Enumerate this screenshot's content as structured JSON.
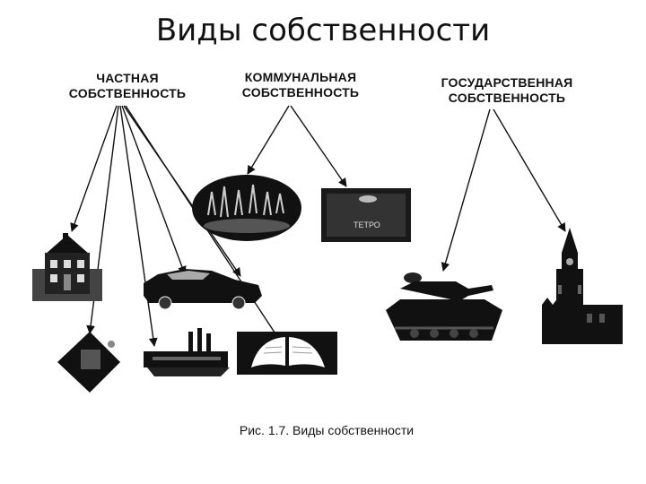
{
  "slide": {
    "title": "Виды собственности"
  },
  "categories": {
    "private": {
      "line1": "ЧАСТНАЯ",
      "line2": "СОБСТВЕННОСТЬ"
    },
    "communal": {
      "line1": "КОММУНАЛЬНАЯ",
      "line2": "СОБСТВЕННОСТЬ"
    },
    "state": {
      "line1": "ГОСУДАРСТВЕННАЯ",
      "line2": "СОБСТВЕННОСТЬ"
    }
  },
  "illustrations": {
    "tv_screen_text": "ТЕТРО"
  },
  "figure": {
    "caption": "Рис. 1.7. Виды собственности"
  }
}
